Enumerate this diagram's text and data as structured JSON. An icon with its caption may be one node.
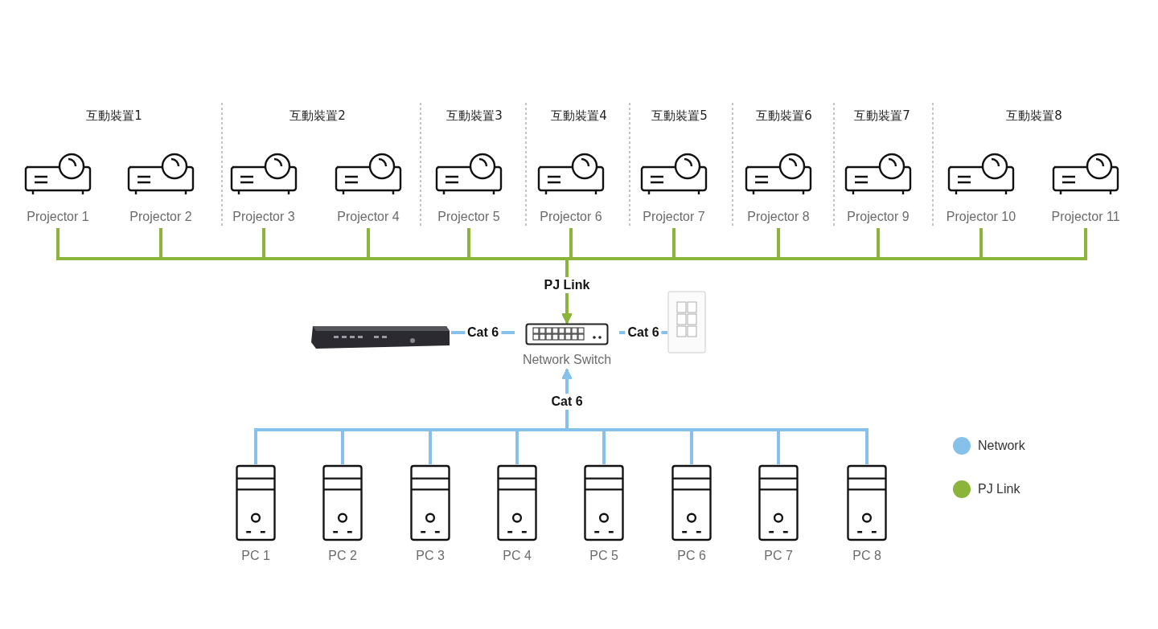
{
  "diagram": {
    "nodes": [
      {
        "text": [
          "Projector 1"
        ]
      },
      {
        "text": [
          "Projector 2"
        ]
      },
      {
        "text": [
          "Projector 3"
        ]
      },
      {
        "text": [
          "Projector 4"
        ]
      },
      {
        "text": [
          "Projector 5"
        ]
      },
      {
        "text": [
          "Projector 6"
        ]
      },
      {
        "text": [
          "Projector 7"
        ]
      },
      {
        "text": [
          "Projector 8"
        ]
      },
      {
        "text": [
          "Projector 9"
        ]
      },
      {
        "text": [
          "Projector 10"
        ]
      },
      {
        "text": [
          "Projector 11"
        ]
      },
      {
        "text": [
          "Network Switch"
        ]
      },
      {
        "text": [],
        "shape": "picture"
      },
      {
        "text": [],
        "shape": "picture"
      },
      {
        "text": [
          "PC 1"
        ]
      },
      {
        "text": [
          "PC 2"
        ]
      },
      {
        "text": [
          "PC 3"
        ]
      },
      {
        "text": [
          "PC 4"
        ]
      },
      {
        "text": [
          "PC 5"
        ]
      },
      {
        "text": [
          "PC 6"
        ]
      },
      {
        "text": [
          "PC 7"
        ]
      },
      {
        "text": [
          "PC 8"
        ]
      }
    ],
    "edges": [
      {
        "from": 0,
        "to": 11,
        "arrow": "to",
        "color": "#8ab43a"
      },
      {
        "from": 1,
        "to": 11,
        "arrow": "to",
        "color": "#8ab43a"
      },
      {
        "from": 2,
        "to": 11,
        "arrow": "to",
        "color": "#8ab43a"
      },
      {
        "from": 3,
        "to": 11,
        "arrow": "to",
        "color": "#8ab43a"
      },
      {
        "from": 4,
        "to": 11,
        "arrow": "to",
        "color": "#8ab43a"
      },
      {
        "from": 5,
        "to": 11,
        "arrow": "to",
        "color": "#8ab43a",
        "label": "PJ Link"
      },
      {
        "from": 6,
        "to": 11,
        "arrow": "to",
        "color": "#8ab43a"
      },
      {
        "from": 7,
        "to": 11,
        "arrow": "to",
        "color": "#8ab43a"
      },
      {
        "from": 8,
        "to": 11,
        "arrow": "to",
        "color": "#8ab43a"
      },
      {
        "from": 9,
        "to": 11,
        "arrow": "to",
        "color": "#8ab43a"
      },
      {
        "from": 10,
        "to": 11,
        "arrow": "to",
        "color": "#8ab43a"
      },
      {
        "from": 12,
        "to": 11,
        "arrow": "none",
        "label": "Cat 6",
        "color": "#85c1ea"
      },
      {
        "from": 11,
        "to": 13,
        "arrow": "none",
        "label": "Cat 6",
        "color": "#85c1ea"
      },
      {
        "from": 14,
        "to": 11,
        "arrow": "to",
        "color": "#85c1ea"
      },
      {
        "from": 15,
        "to": 11,
        "arrow": "to",
        "color": "#85c1ea"
      },
      {
        "from": 16,
        "to": 11,
        "arrow": "to",
        "color": "#85c1ea"
      },
      {
        "from": 17,
        "to": 11,
        "arrow": "to",
        "label": "Cat 6",
        "color": "#85c1ea"
      },
      {
        "from": 18,
        "to": 11,
        "arrow": "to",
        "color": "#85c1ea"
      },
      {
        "from": 19,
        "to": 11,
        "arrow": "to",
        "color": "#85c1ea"
      },
      {
        "from": 20,
        "to": 11,
        "arrow": "to",
        "color": "#85c1ea"
      },
      {
        "from": 21,
        "to": 11,
        "arrow": "to",
        "color": "#85c1ea"
      }
    ],
    "labels": [
      "互動裝置1",
      "互動裝置2",
      "互動裝置3",
      "互動裝置4",
      "互動裝置5",
      "互動裝置6",
      "互動裝置7",
      "互動裝置8"
    ],
    "legend": [
      {
        "text": "Network",
        "color": "#85c1ea"
      },
      {
        "text": "PJ Link",
        "color": "#8ab43a"
      }
    ]
  }
}
